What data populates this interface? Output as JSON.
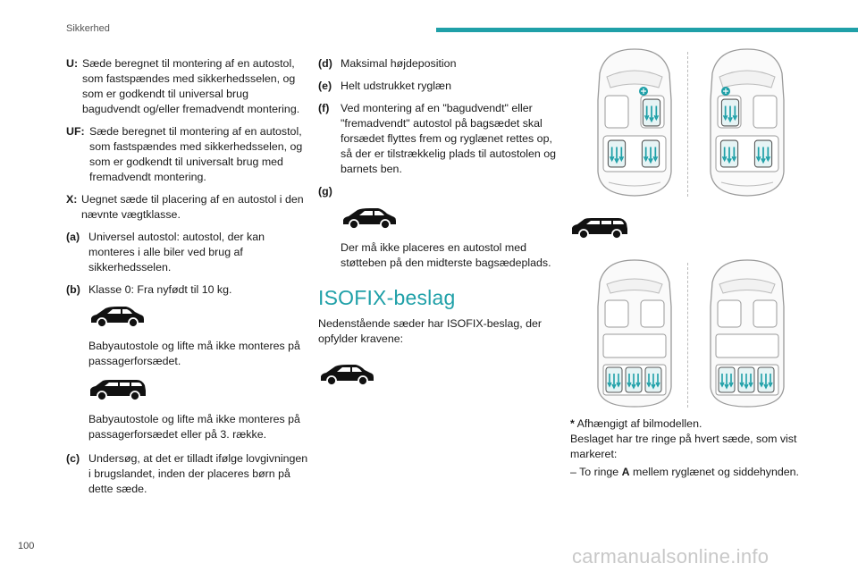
{
  "header": {
    "section": "Sikkerhed"
  },
  "page_number": "100",
  "watermark": "carmanualsonline.info",
  "col1": {
    "entries": [
      {
        "key": "U:",
        "text": "Sæde beregnet til montering af en autostol, som fastspændes med sikkerhedsselen, og som er godkendt til universal brug bagudvendt og/eller fremadvendt montering."
      },
      {
        "key": "UF:",
        "text": "Sæde beregnet til montering af en autostol, som fastspændes med sikkerhedsselen, og som er godkendt til universalt brug med fremadvendt montering."
      },
      {
        "key": "X:",
        "text": "Uegnet sæde til placering af en autostol i den nævnte vægtklasse."
      },
      {
        "key": "(a)",
        "text": "Universel autostol: autostol, der kan monteres i alle biler ved brug af sikkerhedsselen."
      },
      {
        "key": "(b)",
        "text": "Klasse 0: Fra nyfødt til 10 kg."
      }
    ],
    "b_sub1": "Babyautostole og lifte må ikke monteres på passagerforsædet.",
    "b_sub2": "Babyautostole og lifte må ikke monteres på passagerforsædet eller på 3. række.",
    "c": {
      "key": "(c)",
      "text": "Undersøg, at det er tilladt ifølge lovgivningen i brugslandet, inden der placeres børn på dette sæde."
    }
  },
  "col2": {
    "entries": [
      {
        "key": "(d)",
        "text": "Maksimal højdeposition"
      },
      {
        "key": "(e)",
        "text": "Helt udstrukket ryglæn"
      },
      {
        "key": "(f)",
        "text": "Ved montering af en \"bagudvendt\" eller \"fremadvendt\" autostol på bagsædet skal forsædet flyttes frem og ryglænet rettes op, så der er tilstrækkelig plads til autostolen og barnets ben."
      },
      {
        "key": "(g)",
        "text": ""
      }
    ],
    "g_sub": "Der må ikke placeres en autostol med støtteben på den midterste bagsædeplads.",
    "isofix_title": "ISOFIX-beslag",
    "isofix_intro": "Nedenstående sæder har ISOFIX-beslag, der opfylder kravene:"
  },
  "col3": {
    "footnote_star": "*",
    "footnote": " Afhængigt af bilmodellen.",
    "line2": "Beslaget har tre ringe på hvert sæde, som vist markeret:",
    "bullet_prefix": "–  To ringe ",
    "bullet_bold": "A",
    "bullet_rest": " mellem ryglænet og siddehynden."
  },
  "colors": {
    "accent": "#1fa0a8",
    "car": "#111111",
    "outline": "#9a9a9a"
  },
  "icons": [
    "suv-car-icon",
    "mpv-car-icon",
    "isofix-symbol-icon",
    "car-seat-topview-diagram"
  ]
}
